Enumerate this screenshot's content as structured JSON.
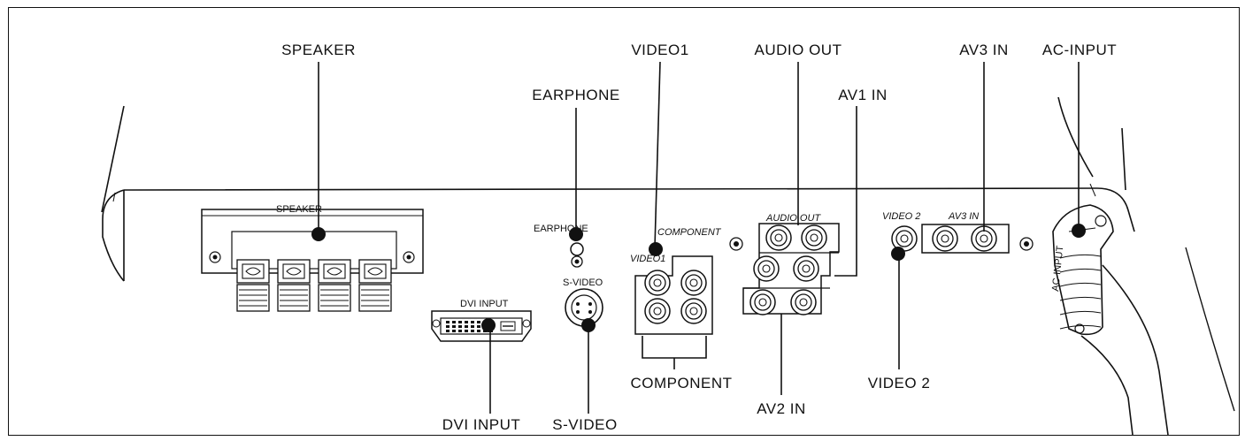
{
  "callouts": {
    "speaker": "SPEAKER",
    "earphone": "EARPHONE",
    "video1": "VIDEO1",
    "audio_out": "AUDIO OUT",
    "av1_in": "AV1 IN",
    "av3_in": "AV3 IN",
    "ac_input": "AC-INPUT",
    "dvi_input": "DVI INPUT",
    "s_video": "S-VIDEO",
    "component": "COMPONENT",
    "av2_in": "AV2 IN",
    "video2": "VIDEO 2"
  },
  "panel_labels": {
    "speaker": "SPEAKER",
    "earphone": "EARPHONE",
    "component": "COMPONENT",
    "video1": "VIDEO1",
    "audio_out": "AUDIO OUT",
    "video2": "VIDEO 2",
    "av3_in": "AV3 IN",
    "dvi_input": "DVI INPUT",
    "s_video": "S-VIDEO",
    "ac_input": "AC-INPUT"
  }
}
